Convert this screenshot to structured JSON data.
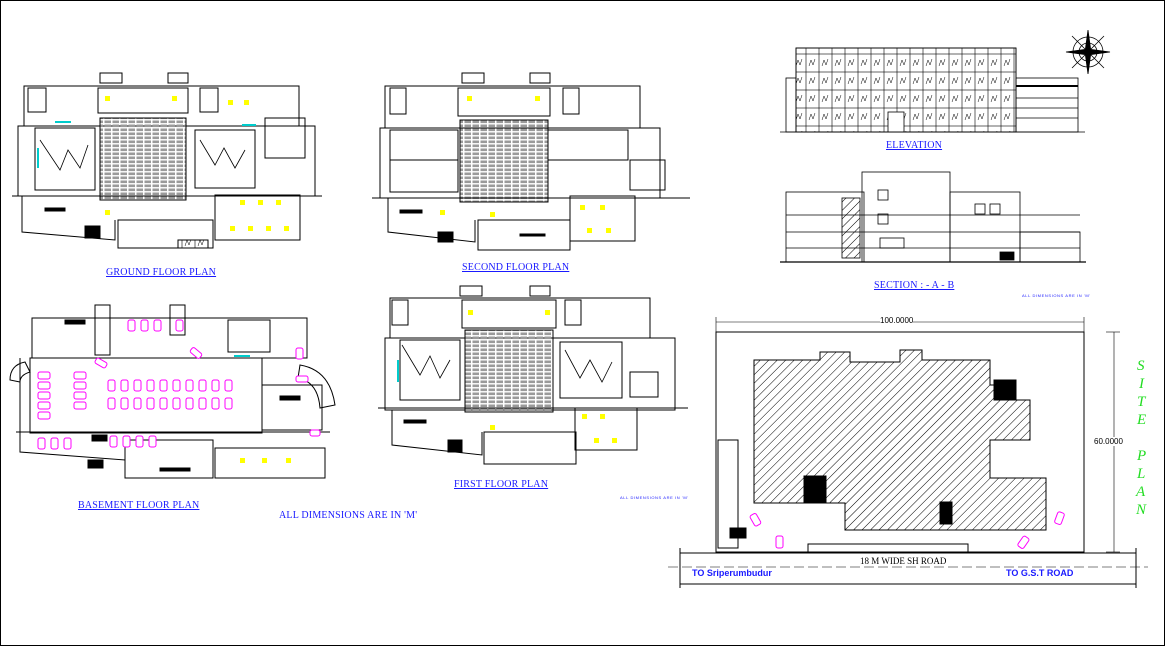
{
  "labels": {
    "ground_floor": "GROUND FLOOR PLAN",
    "second_floor": "SECOND FLOOR PLAN",
    "basement_floor": "BASEMENT FLOOR PLAN",
    "first_floor": "FIRST FLOOR PLAN",
    "elevation": "ELEVATION",
    "section": "SECTION : - A - B",
    "all_dimensions": "ALL DIMENSIONS ARE IN 'M'",
    "all_dimensions_small_1": "ALL DIMENSIONS ARE IN 'M'",
    "all_dimensions_small_2": "ALL DIMENSIONS ARE IN 'M'"
  },
  "site_plan": {
    "title_letters": [
      "S",
      "I",
      "T",
      "E",
      "P",
      "L",
      "A",
      "N"
    ],
    "width_dimension": "100.0000",
    "depth_dimension": "60.0000",
    "road_label": "18 M WIDE SH ROAD",
    "left_direction": "TO Sriperumbudur",
    "right_direction": "TO G.S.T ROAD"
  },
  "colors": {
    "line": "#000000",
    "label": "#1a1aff",
    "cars": "#ff00ff",
    "fixtures": "#ffff00",
    "site_title": "#22dd22",
    "accent": "#00cccc"
  },
  "icons": {
    "north": "compass-rose-icon"
  }
}
